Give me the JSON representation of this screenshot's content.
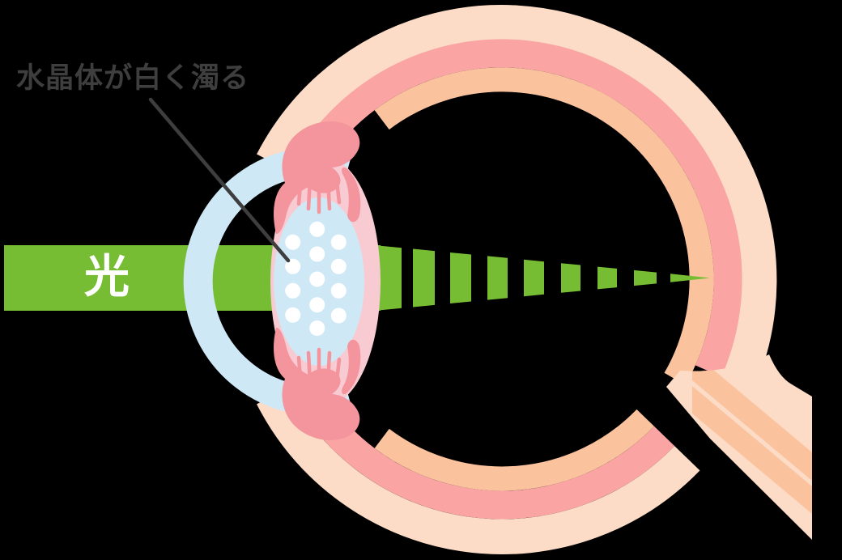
{
  "annotation": {
    "label": "水晶体が白く濁る"
  },
  "light_beam": {
    "label": "光",
    "dash_segment_count": 9
  },
  "lens": {
    "opacity_dot_count": 13
  },
  "palette": {
    "bg": "#000000",
    "ink": "#3e3e3e",
    "white": "#ffffff",
    "green": "#76bd34",
    "lightBlue": "#cfe8f6",
    "capsulePink": "#f8cad2",
    "musclePink": "#f4949c",
    "wallOuter": "#fcdcc6",
    "wallMid": "#faa4a4",
    "wallInner": "#fbc29e"
  }
}
